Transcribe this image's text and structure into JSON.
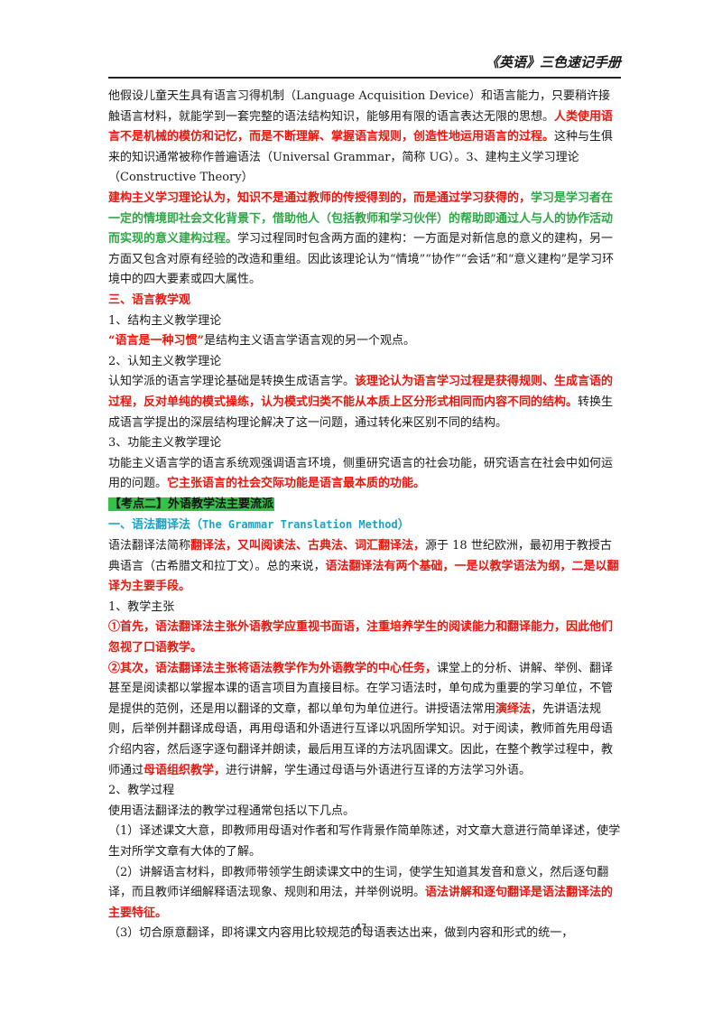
{
  "header": {
    "title": "《英语》三色速记手册"
  },
  "paragraphs": {
    "p1_a": "他假设儿童天生具有语言习得机制（Language Acquisition Device）和语言能力，只要稍许接触语言材料，就能学到一套完整的语法结构知识，能够用有限的语言表达无限的思想。",
    "p1_b": "人类使用语言不是机械的模仿和记忆，而是不断理解、掌握语言规则，创造性地运用语言的过程。",
    "p1_c": "这种与生俱来的知识通常被称作普遍语法（Universal Grammar，简称 UG）。3、建构主义学习理论（Constructive Theory）",
    "p2_a": "建构主义学习理论认为，知识不是通过教师的传授得到的，而是通过学习获得的，",
    "p2_b": "学习是学习者在一定的情境即社会文化背景下，借助他人（包括教师和学习伙伴）的帮助即通过人与人的协作活动而实现的意义建构过程。",
    "p2_c": "学习过程同时包含两方面的建构：一方面是对新信息的意义的建构，另一方面又包含对原有经验的改造和重组。因此该理论认为“情境”“协作”“会话”和“意义建构”是学习环境中的四大要素或四大属性。",
    "s3_title": "三、语言教学观",
    "s3_1": "1、结构主义教学理论",
    "s3_1_a": "“语言是一种习惯”",
    "s3_1_b": "是结构主义语言学语言观的另一个观点。",
    "s3_2": "2、认知主义教学理论",
    "s3_2_a": "认知学派的语言学理论基础是转换生成语言学。",
    "s3_2_b": "该理论认为语言学习过程是获得规则、生成言语的过程，反对单纯的模式操练，认为模式归类不能从本质上区分形式相同而内容不同的结构。",
    "s3_2_c": "转换生成语言学提出的深层结构理论解决了这一问题，通过转化来区别不同的结构。",
    "s3_3": "3、功能主义教学理论",
    "s3_3_a": "功能主义语言学的语言系统观强调语言环境，侧重研究语言的社会功能，研究语言在社会中如何运用的问题。",
    "s3_3_b": "它主张语言的社会交际功能是语言最本质的功能。",
    "kd2": "【考点二】外语教学法主要流派",
    "gt_title_a": "一、语法翻译法（",
    "gt_title_en": "The Grammar Translation Method",
    "gt_title_c": "）",
    "gt_p_a": "语法翻译法简称",
    "gt_p_b": "翻译法，又叫阅读法、古典法、词汇翻译法，",
    "gt_p_c": "源于 18 世纪欧洲，最初用于教授古典语言（古希腊文和拉丁文）。总的来说，",
    "gt_p_d": "语法翻译法有两个基础，一是以教学语法为纲，二是以翻译为主要手段。",
    "gt_1": "1、教学主张",
    "gt_1_a": "①首先，语法翻译法主张外语教学应重视书面语，注重培养学生的阅读能力和翻译能力，因此他们忽视了口语教学。",
    "gt_1_b1": "②其次，语法翻译法主张将语法教学作为外语教学的中心任务，",
    "gt_1_b2": "课堂上的分析、讲解、举例、翻译甚至是阅读都以掌握本课的语言项目为直接目标。在学习语法时，单句成为重要的学习单位，不管是提供的范例，还是用以翻译的文章，都以单句为单位进行。讲授语法常用",
    "gt_1_b3": "演绎法",
    "gt_1_b4": "，先讲语法规则，后举例并翻译成母语，再用母语和外语进行互译以巩固所学知识。对于阅读，教师首先用母语介绍内容，然后逐字逐句翻译并朗读，最后用互译的方法巩固课文。因此，在整个教学过程中，教师通过",
    "gt_1_b5": "母语组织教学，",
    "gt_1_b6": "进行讲解，学生通过母语与外语进行互译的方法学习外语。",
    "gt_2": "2、教学过程",
    "gt_2_intro": "使用语法翻译法的教学过程通常包括以下几点。",
    "gt_2_1": "（1）译述课文大意，即教师用母语对作者和写作背景作简单陈述，对文章大意进行简单译述，使学生对所学文章有大体的了解。",
    "gt_2_2a": "（2）讲解语言材料，即教师带领学生朗读课文中的生词，使学生知道其发音和意义，然后逐句翻译，而且教师详细解释语法现象、规则和用法，并举例说明。",
    "gt_2_2b": "语法讲解和逐句翻译是语法翻译法的主要特征。",
    "gt_2_3": "（3）切合原意翻译，即将课文内容用比较规范的母语表达出来，做到内容和形式的统一，"
  },
  "footer": {
    "page_number": "47"
  },
  "colors": {
    "red": "#e8170f",
    "green": "#2fa646",
    "teal": "#1aa3c7",
    "highlight": "#34c24a"
  }
}
